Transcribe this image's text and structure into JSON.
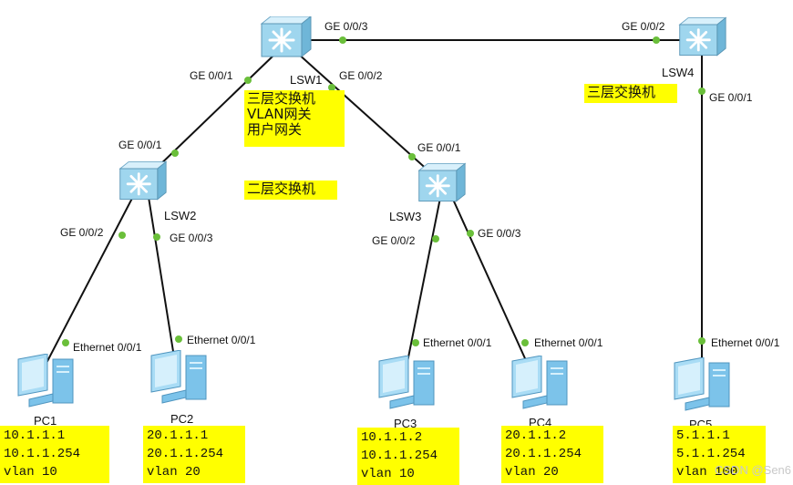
{
  "switches": {
    "lsw1": {
      "name": "LSW1",
      "note": [
        "三层交换机",
        "VLAN网关",
        "用户网关"
      ]
    },
    "lsw2": {
      "name": "LSW2"
    },
    "lsw3": {
      "name": "LSW3"
    },
    "lsw4": {
      "name": "LSW4",
      "note": [
        "三层交换机"
      ]
    }
  },
  "standalone_note": "二层交换机",
  "ports": {
    "lsw1_to_lsw4": "GE 0/0/3",
    "lsw4_to_lsw1": "GE 0/0/2",
    "lsw1_to_lsw2": "GE 0/0/1",
    "lsw1_to_lsw3": "GE 0/0/2",
    "lsw2_to_lsw1": "GE 0/0/1",
    "lsw3_to_lsw1": "GE 0/0/1",
    "lsw4_to_pc5": "GE 0/0/1",
    "lsw2_to_pc1": "GE 0/0/2",
    "lsw2_to_pc2": "GE 0/0/3",
    "lsw3_to_pc3": "GE 0/0/2",
    "lsw3_to_pc4": "GE 0/0/3",
    "pc1_eth": "Ethernet 0/0/1",
    "pc2_eth": "Ethernet 0/0/1",
    "pc3_eth": "Ethernet 0/0/1",
    "pc4_eth": "Ethernet 0/0/1",
    "pc5_eth": "Ethernet 0/0/1"
  },
  "pcs": [
    {
      "name": "PC1",
      "ip": "10.1.1.1",
      "gateway": "10.1.1.254",
      "vlan": "vlan 10"
    },
    {
      "name": "PC2",
      "ip": "20.1.1.1",
      "gateway": "20.1.1.254",
      "vlan": "vlan 20"
    },
    {
      "name": "PC3",
      "ip": "10.1.1.2",
      "gateway": "10.1.1.254",
      "vlan": "vlan 10"
    },
    {
      "name": "PC4",
      "ip": "20.1.1.2",
      "gateway": "20.1.1.254",
      "vlan": "vlan 20"
    },
    {
      "name": "PC5",
      "ip": "5.1.1.1",
      "gateway": "5.1.1.254",
      "vlan": "vlan 100"
    }
  ],
  "watermark": "CSDN @Sen6",
  "colors": {
    "link": "#111111",
    "port_dot": "#6abf3a",
    "note_bg": "#ffff00",
    "switch_body": "#9fd6ee",
    "pc_body": "#7cc3ea"
  }
}
